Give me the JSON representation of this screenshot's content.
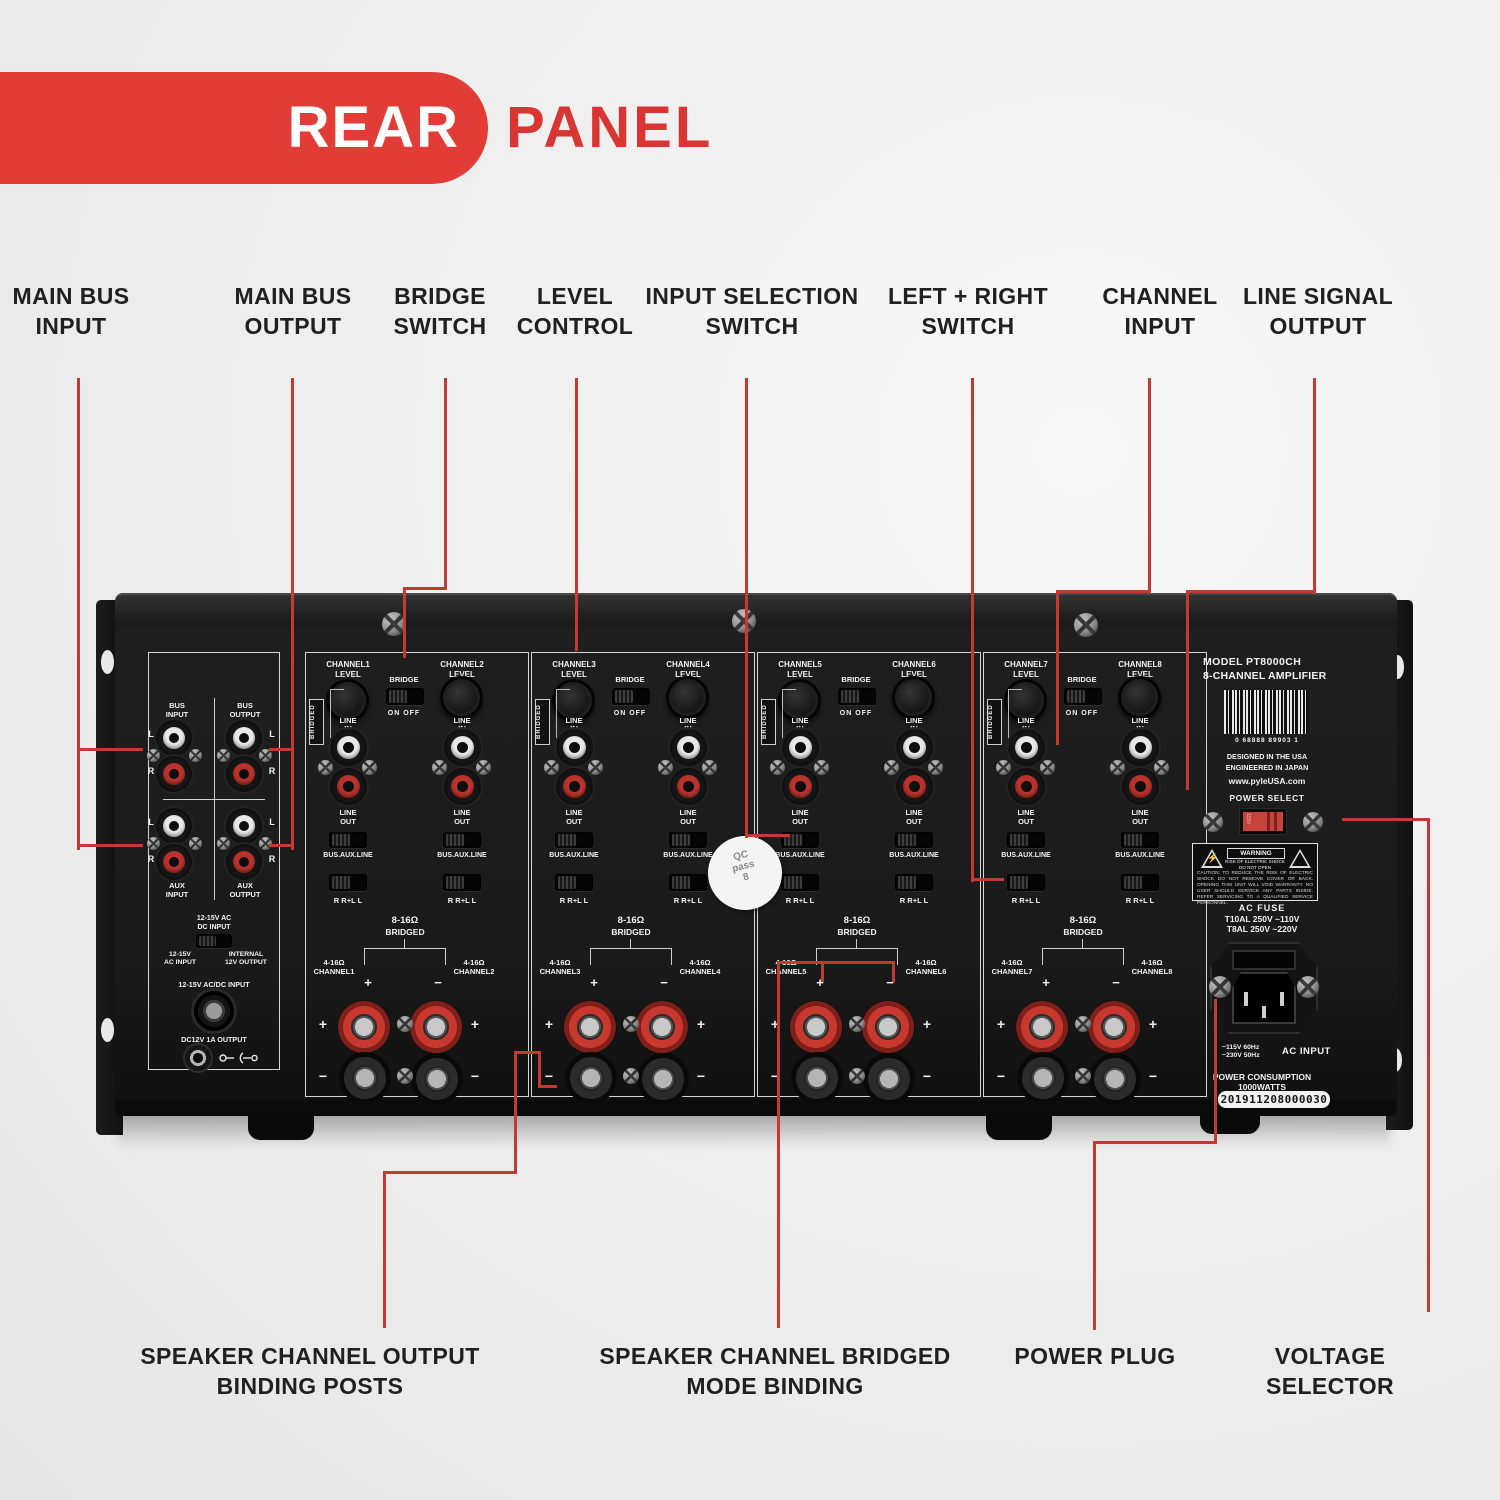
{
  "colors": {
    "accent_red": "#e23c37",
    "callout_red": "#c33a33",
    "panel_black": "#1c1c1c"
  },
  "header": {
    "badge": "REAR",
    "title": "PANEL"
  },
  "callouts": {
    "top": [
      {
        "lines": [
          "MAIN BUS",
          "INPUT"
        ]
      },
      {
        "lines": [
          "MAIN BUS",
          "OUTPUT"
        ]
      },
      {
        "lines": [
          "BRIDGE",
          "SWITCH"
        ]
      },
      {
        "lines": [
          "LEVEL",
          "CONTROL"
        ]
      },
      {
        "lines": [
          "INPUT SELECTION",
          "SWITCH"
        ]
      },
      {
        "lines": [
          "LEFT + RIGHT",
          "SWITCH"
        ]
      },
      {
        "lines": [
          "CHANNEL",
          "INPUT"
        ]
      },
      {
        "lines": [
          "LINE SIGNAL",
          "OUTPUT"
        ]
      }
    ],
    "bottom": [
      {
        "lines": [
          "SPEAKER CHANNEL OUTPUT",
          "BINDING POSTS"
        ]
      },
      {
        "lines": [
          "SPEAKER CHANNEL BRIDGED",
          "MODE BINDING"
        ]
      },
      {
        "lines": [
          "POWER PLUG",
          ""
        ]
      },
      {
        "lines": [
          "VOLTAGE",
          "SELECTOR"
        ]
      }
    ]
  },
  "amp": {
    "left_panel": {
      "bus_input": [
        "BUS",
        "INPUT"
      ],
      "bus_output": [
        "BUS",
        "OUTPUT"
      ],
      "aux_input": [
        "AUX",
        "INPUT"
      ],
      "aux_output": [
        "AUX",
        "OUTPUT"
      ],
      "l": "L",
      "r": "R",
      "acdc_switch_label": [
        "12-15V AC",
        "DC INPUT"
      ],
      "acdc_left": [
        "12-15V",
        "AC INPUT"
      ],
      "acdc_right": [
        "INTERNAL",
        "12V OUTPUT"
      ],
      "acdc_input": "12-15V AC/DC INPUT",
      "dc_output": "DC12V 1A OUTPUT"
    },
    "ch_common": {
      "level": "LEVEL",
      "bridge": "BRIDGE",
      "on_off": "ON   OFF",
      "bridged_tag": "BRIDGED",
      "line_in_1": "LINE",
      "line_in_2": "IN",
      "line_out_1": "LINE",
      "line_out_2": "OUT",
      "input_select": "BUS.AUX.LINE",
      "lr_select": "R  R+L  L",
      "bridged_imp": "8-16Ω",
      "bridged": "BRIDGED",
      "channel_imp": "4-16Ω",
      "plus": "+",
      "minus": "−"
    },
    "sections": [
      {
        "ch_left": "CHANNEL1",
        "ch_right": "CHANNEL2"
      },
      {
        "ch_left": "CHANNEL3",
        "ch_right": "CHANNEL4"
      },
      {
        "ch_left": "CHANNEL5",
        "ch_right": "CHANNEL6"
      },
      {
        "ch_left": "CHANNEL7",
        "ch_right": "CHANNEL8"
      }
    ],
    "qc_sticker": {
      "line1": "QC",
      "line2": "pass",
      "line3": "8"
    },
    "right_panel": {
      "model_line1": "MODEL PT8000CH",
      "model_line2": "8-CHANNEL AMPLIFIER",
      "barcode_digits": "0  68888  89903   1",
      "designed": "DESIGNED IN THE USA",
      "engineered": "ENGINEERED IN JAPAN",
      "website": "www.pyleUSA.com",
      "power_select": "POWER SELECT",
      "power_select_value": "115V",
      "warning_title": "WARNING",
      "warning_sub1": "RISK OF ELECTRIC SHOCK",
      "warning_sub2": "DO NOT OPEN",
      "warning_body": "CAUTION: TO REDUCE THE RISK OF ELECTRIC SHOCK DO NOT REMOVE COVER OR BACK. OPENING THIS UNIT WILL VOID WARRANTY. NO USER SHOULD SERVICE ANY PARTS INSIDE. REFER SERVICING TO A QUALIFIED SERVICE PERSONNEL.",
      "ac_fuse": "AC  FUSE",
      "fuse1": "T10AL 250V ~110V",
      "fuse2": "T8AL 250V ~220V",
      "volt1": "~115V  60Hz",
      "volt2": "~230V  50Hz",
      "ac_input": "AC INPUT",
      "power_consumption": "POWER CONSUMPTION",
      "watts": "1000WATTS",
      "serial": "201911208000030"
    }
  }
}
